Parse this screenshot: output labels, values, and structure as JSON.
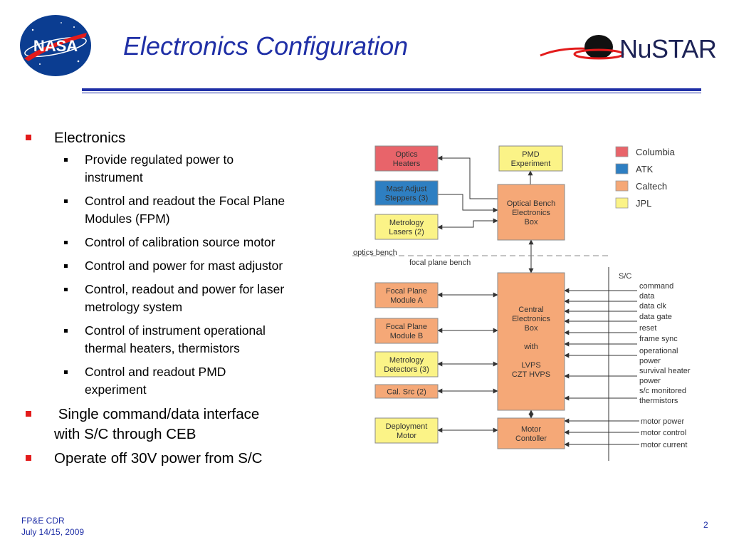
{
  "header": {
    "title": "Electronics Configuration",
    "nasa_logo_text": "NASA",
    "nustar_logo_text": "NuSTAR",
    "accent_color": "#1f2fa6"
  },
  "bullets": [
    {
      "text": "Electronics",
      "sub": [
        {
          "lines": [
            "Provide regulated power to",
            "instrument"
          ]
        },
        {
          "lines": [
            "Control and readout the Focal Plane",
            "Modules (FPM)"
          ]
        },
        {
          "lines": [
            "Control of calibration source motor"
          ]
        },
        {
          "lines": [
            "Control and power for mast adjustor"
          ]
        },
        {
          "lines": [
            "Control, readout and power for laser",
            "metrology system"
          ]
        },
        {
          "lines": [
            "Control of instrument operational",
            "thermal heaters, thermistors"
          ]
        },
        {
          "lines": [
            "Control and readout PMD",
            "experiment"
          ]
        }
      ]
    },
    {
      "text": " Single command/data interface with S/C through CEB",
      "lines": [
        " Single command/data interface",
        "with S/C through CEB"
      ],
      "sub": []
    },
    {
      "text": "Operate off 30V power from S/C",
      "lines": [
        "Operate off 30V power from S/C"
      ],
      "sub": []
    }
  ],
  "diagram": {
    "legend": [
      {
        "label": "Columbia",
        "color": "#e8646a"
      },
      {
        "label": "ATK",
        "color": "#2e7fc2"
      },
      {
        "label": "Caltech",
        "color": "#f5a877"
      },
      {
        "label": "JPL",
        "color": "#fbf387"
      }
    ],
    "blocks": {
      "optics_heaters": [
        "Optics",
        "Heaters"
      ],
      "pmd_experiment": [
        "PMD",
        "Experiment"
      ],
      "mast_adjust": [
        "Mast Adjust",
        "Steppers (3)"
      ],
      "optical_bench_box": [
        "Optical Bench",
        "Electronics",
        "Box"
      ],
      "metrology_lasers": [
        "Metrology",
        "Lasers (2)"
      ],
      "fpm_a": [
        "Focal Plane",
        "Module A"
      ],
      "fpm_b": [
        "Focal Plane",
        "Module B"
      ],
      "metrology_detectors": [
        "Metrology",
        "Detectors (3)"
      ],
      "cal_src": [
        "Cal. Src (2)"
      ],
      "ceb": [
        "Central",
        "Electronics",
        "Box",
        "",
        "with",
        "",
        "LVPS",
        "CZT HVPS"
      ],
      "deployment_motor": [
        "Deployment",
        "Motor"
      ],
      "motor_controller": [
        "Motor",
        "Contoller"
      ]
    },
    "optics_bench_label": "optics bench",
    "focal_plane_bench_label": "focal plane bench",
    "sc_label": "S/C",
    "ceb_signals": [
      "command",
      "data",
      "data clk",
      "data gate",
      "reset",
      "frame sync",
      "operational",
      "power",
      "survival heater",
      "power",
      "s/c monitored",
      "thermistors"
    ],
    "motor_signals": [
      "motor power",
      "motor control",
      "motor current"
    ]
  },
  "footer": {
    "line1": "FP&E CDR",
    "line2": "July 14/15, 2009",
    "page_number": "2"
  }
}
